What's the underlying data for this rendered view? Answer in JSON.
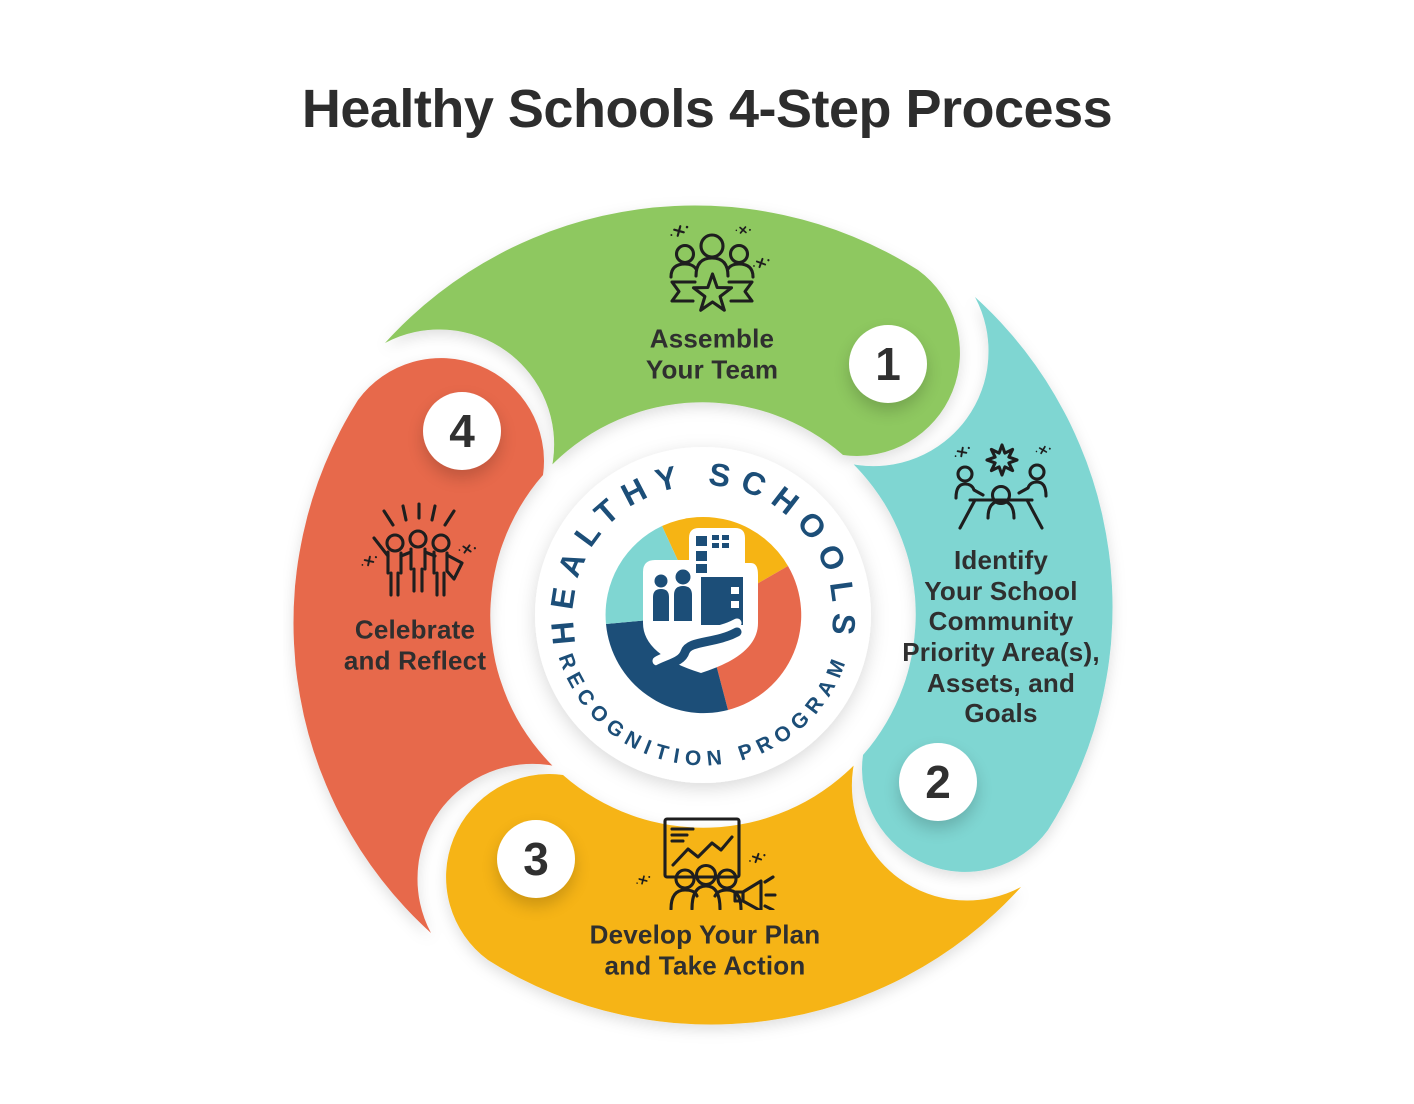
{
  "title": "Healthy Schools 4-Step Process",
  "logo": {
    "arc_top": "HEALTHY SCHOOLS",
    "arc_bottom": "RECOGNITION PROGRAM"
  },
  "colors": {
    "green": "#8EC861",
    "teal": "#7FD6D2",
    "yellow": "#F6B414",
    "orange": "#E7694C",
    "navy": "#1C4E78",
    "ink": "#2F2F2F",
    "background": "#FFFFFF"
  },
  "steps": [
    {
      "number": "1",
      "color": "#8EC861",
      "icon": "team-star-icon",
      "label_lines": [
        "Assemble",
        "Your Team"
      ]
    },
    {
      "number": "2",
      "color": "#7FD6D2",
      "icon": "community-meeting-icon",
      "label_lines": [
        "Identify",
        "Your School",
        "Community",
        "Priority Area(s),",
        "Assets, and",
        "Goals"
      ]
    },
    {
      "number": "3",
      "color": "#F6B414",
      "icon": "plan-presentation-icon",
      "label_lines": [
        "Develop Your Plan",
        "and Take Action"
      ]
    },
    {
      "number": "4",
      "color": "#E7694C",
      "icon": "celebration-icon",
      "label_lines": [
        "Celebrate",
        "and Reflect"
      ]
    }
  ]
}
